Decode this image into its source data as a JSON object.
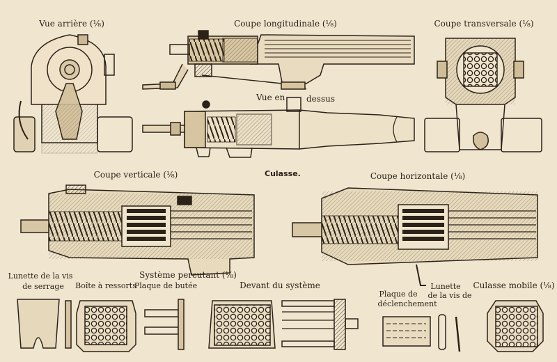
{
  "labels": {
    "vue_arriere": "Vue arrière (⅛)",
    "coupe_longitudinale": "Coupe longitudinale (⅛)",
    "coupe_transversale": "Coupe transversale (⅛)",
    "vue_en": "Vue en",
    "dessus": "dessus",
    "coupe_verticale": "Coupe verticale (⅛)",
    "culasse": "Culasse.",
    "coupe_horizontale": "Coupe horizontale (⅛)",
    "lunette_serrage_1": "Lunette de la vis",
    "lunette_serrage_2": "de serrage",
    "boite_ressorts": "Boîte à ressorts",
    "plaque_butee": "Plaque de butée",
    "systeme_percutant": "Système percutant (⅛)",
    "devant_systeme": "Devant du système",
    "plaque_declenchement_1": "Plaque de",
    "plaque_declenchement_2": "déclenchement",
    "lunette_declenchement_1": "Lunette",
    "lunette_declenchement_2": "de la vis de",
    "culasse_mobile": "Culasse mobile (⅛)"
  },
  "colors": {
    "paper": "#f0e5cf",
    "ink": "#2b2218",
    "hatch": "#6b5a45"
  }
}
